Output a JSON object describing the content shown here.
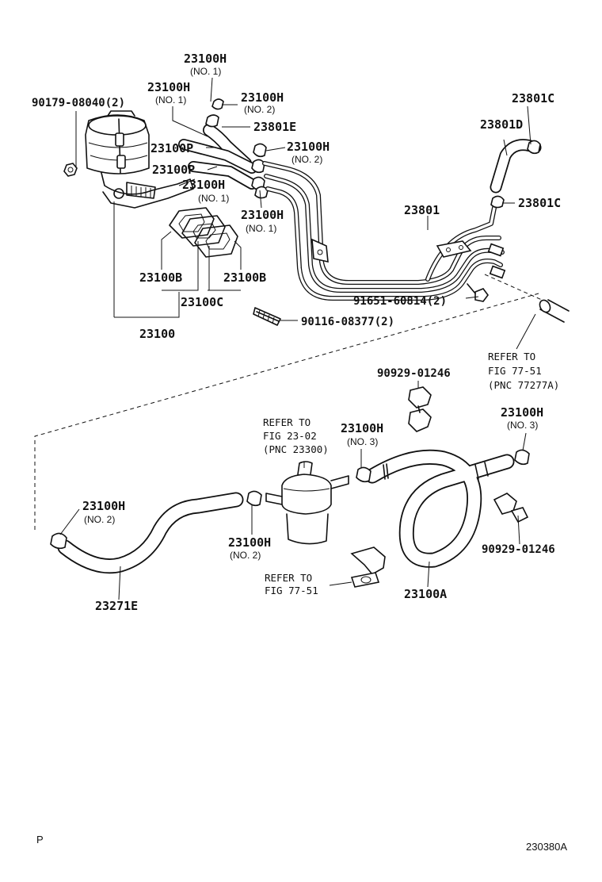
{
  "labels": {
    "pn_23100h_top": "23100H",
    "no1_top": "(NO. 1)",
    "pn_23100h_left": "23100H",
    "no1_left": "(NO. 1)",
    "pn_23100h_no2a": "23100H",
    "no2_a": "(NO. 2)",
    "pn_90179": "90179-08040(2)",
    "pn_23801e": "23801E",
    "pn_23100p_a": "23100P",
    "pn_23100h_no2b": "23100H",
    "no2_b": "(NO. 2)",
    "pn_23100p_b": "23100P",
    "pn_23100h_mid": "23100H",
    "no1_mid": "(NO. 1)",
    "pn_23100h_no1c": "23100H",
    "no1_c": "(NO. 1)",
    "pn_23801c_top": "23801C",
    "pn_23801d": "23801D",
    "pn_23801c_right": "23801C",
    "pn_23801": "23801",
    "pn_23100b_left": "23100B",
    "pn_23100b_right": "23100B",
    "pn_23100c": "23100C",
    "pn_23100": "23100",
    "pn_91651": "91651-60814(2)",
    "pn_90116": "90116-08377(2)",
    "refer_to_1": "REFER TO",
    "fig_77_51_1": "FIG 77-51",
    "pnc_77277a": "(PNC 77277A)",
    "pn_90929_top": "90929-01246",
    "refer_to_2": "REFER TO",
    "fig_23_02": "FIG 23-02",
    "pnc_23300": "(PNC 23300)",
    "pn_23100h_no3a": "23100H",
    "no3_a": "(NO. 3)",
    "pn_23100h_no3b": "23100H",
    "no3_b": "(NO. 3)",
    "pn_23100h_no2c": "23100H",
    "no2_c": "(NO. 2)",
    "pn_23100h_no2d": "23100H",
    "no2_d": "(NO. 2)",
    "pn_90929_right": "90929-01246",
    "refer_to_3": "REFER TO",
    "fig_77_51_2": "FIG 77-51",
    "pn_23271e": "23271E",
    "pn_23100a": "23100A",
    "corner_p": "P",
    "diagram_id": "230380A"
  }
}
